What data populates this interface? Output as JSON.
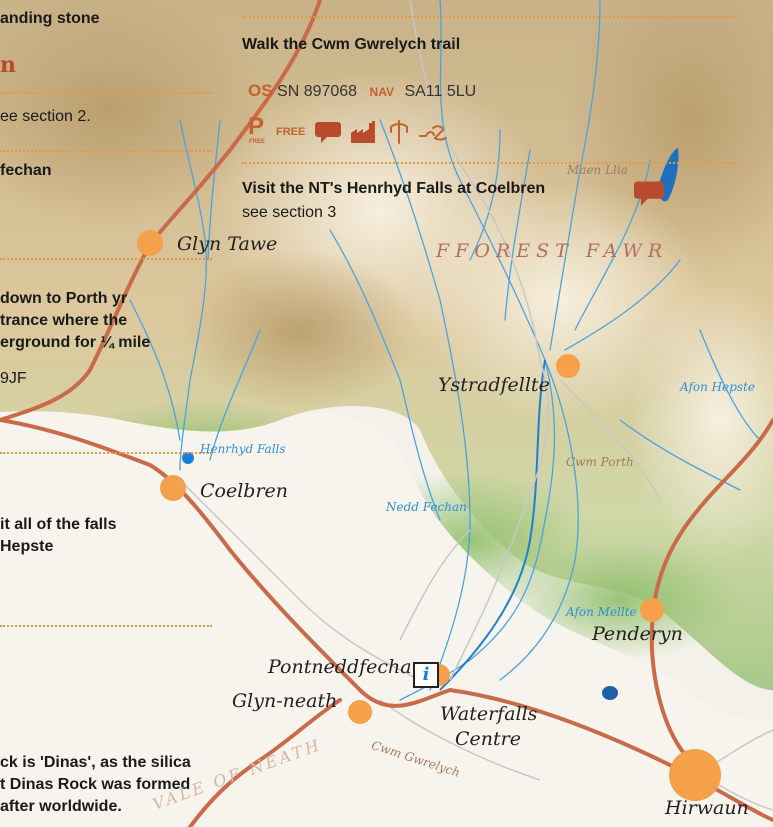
{
  "colors": {
    "accent": "#c4622d",
    "road": "#c96a48",
    "river": "#2f8fd6",
    "town": "#f5a04a",
    "dotted": "#e09a4c"
  },
  "text": {
    "standing_stone": "anding stone",
    "partial_heading": "n",
    "see_section2": "ee section 2.",
    "fechan": "fechan",
    "porth_1": "down to Porth yr",
    "porth_2": "trance where the",
    "porth_3": "erground for ¼ mile",
    "postcode_partial": "9JF",
    "falls_1": "it all of the falls",
    "falls_2": "Hepste",
    "dinas_1": "ck is 'Dinas', as the silica",
    "dinas_2": "t Dinas Rock was formed",
    "dinas_3": "after worldwide."
  },
  "trail": {
    "title": "Walk the Cwm Gwrelych trail",
    "os_label": "OS",
    "os_ref": "SN 897068",
    "nav_label": "NAV",
    "nav_postcode": "SA11 5LU",
    "parking_label": "P",
    "parking_sub": "FREE",
    "free_label": "FREE",
    "icons": [
      "parking-icon",
      "cafe-speech-icon",
      "industry-icon",
      "mining-pick-icon",
      "waterfall-icon"
    ]
  },
  "falls_entry": {
    "title": "Visit the NT's Henrhyd Falls at Coelbren",
    "subtitle": "see section 3",
    "icon": "cafe-speech-icon"
  },
  "places": {
    "glyn_tawe": "Glyn Tawe",
    "ystradfellte": "Ystradfellte",
    "coelbren": "Coelbren",
    "penderyn": "Penderyn",
    "pontneddfechan": "Pontneddfechan",
    "glyn_neath": "Glyn-neath",
    "waterfalls_centre_1": "Waterfalls",
    "waterfalls_centre_2": "Centre",
    "hirwaun": "Hirwaun"
  },
  "features": {
    "fforest_fawr": "FFOREST FAWR",
    "maen_llia": "Maen Llia",
    "cwm_porth": "Cwm Porth",
    "afon_hepste": "Afon Hepste",
    "henrhyd_falls": "Henrhyd Falls",
    "nedd_fechan": "Nedd Fechan",
    "afon_mellte": "Afon Mellte",
    "cwm_gwrelych": "Cwm Gwrelych",
    "vale_of_neath": "VALE OF NEATH"
  },
  "info_label": "i"
}
